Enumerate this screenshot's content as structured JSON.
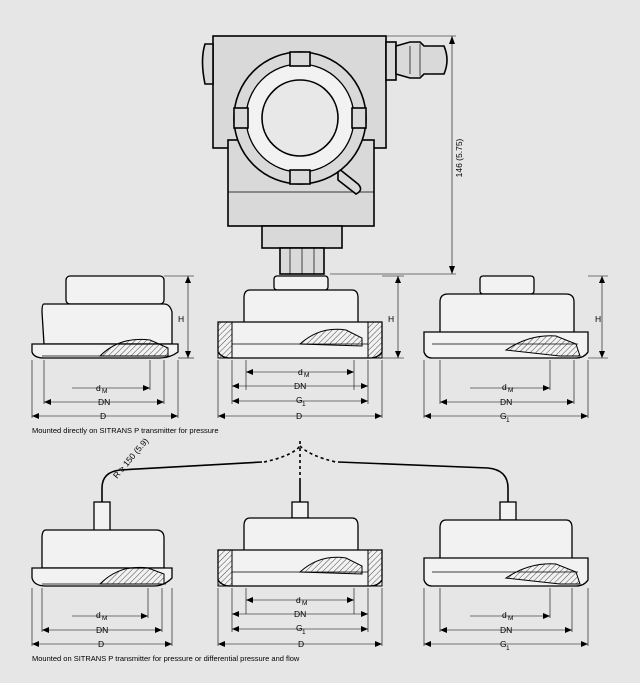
{
  "dimension_146": "146 (5.75)",
  "bend_radius": "R ≥ 150 (5.9)",
  "labels": {
    "H": "H",
    "d": "d",
    "M": "M",
    "DN": "DN",
    "D": "D",
    "G": "G",
    "one": "1"
  },
  "captions": {
    "top": "Mounted directly on SITRANS P transmitter for pressure",
    "bottom": "Mounted on SITRANS P transmitter for pressure or differential pressure and flow"
  }
}
